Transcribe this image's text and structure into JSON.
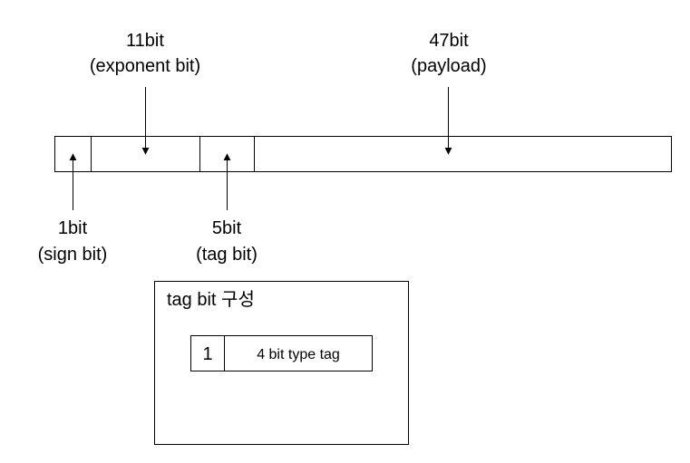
{
  "top_labels": {
    "exponent": {
      "line1": "11bit",
      "line2": "(exponent bit)"
    },
    "payload": {
      "line1": "47bit",
      "line2": "(payload)"
    }
  },
  "bottom_labels": {
    "sign": {
      "line1": "1bit",
      "line2": "(sign bit)"
    },
    "tag": {
      "line1": "5bit",
      "line2": "(tag bit)"
    }
  },
  "tag_detail": {
    "title": "tag bit 구성",
    "first_cell": "1",
    "second_cell": "4 bit type tag"
  }
}
